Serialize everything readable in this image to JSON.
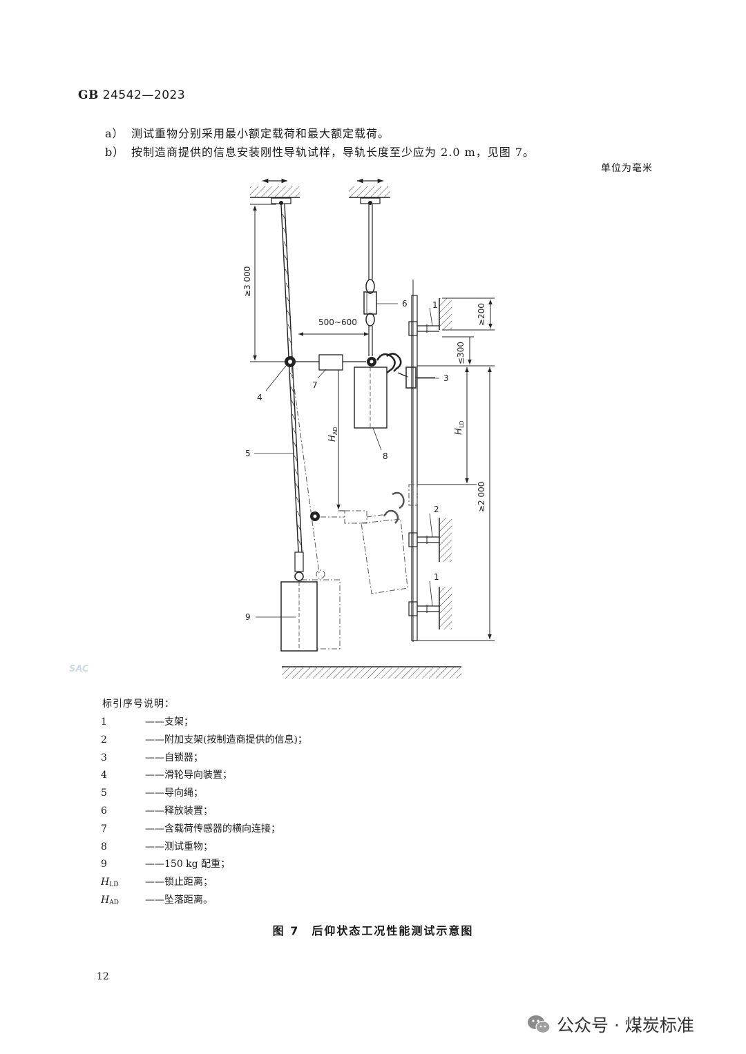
{
  "header": {
    "standard_prefix": "GB",
    "standard_number": "24542—2023"
  },
  "paragraphs": [
    {
      "marker": "a）",
      "text": "测试重物分别采用最小额定载荷和最大额定载荷。"
    },
    {
      "marker": "b）",
      "text": "按制造商提供的信息安装刚性导轨试样，导轨长度至少应为 2.0 m，见图 7。"
    }
  ],
  "unit_note": "单位为毫米",
  "figure": {
    "dim_3000": "≥3 000",
    "dim_500_600": "500~600",
    "dim_200": "≥200",
    "dim_300": "≤300",
    "dim_2000": "≥2 000",
    "label_HAD": "H",
    "label_HAD_sub": "AD",
    "label_HLD": "H",
    "label_HLD_sub": "LD",
    "callouts": [
      "1",
      "2",
      "3",
      "4",
      "5",
      "6",
      "7",
      "8",
      "9",
      "1"
    ]
  },
  "sac_mark": "SAC",
  "legend": {
    "title": "标引序号说明：",
    "items": [
      {
        "key": "1",
        "desc": "——支架；"
      },
      {
        "key": "2",
        "desc": "——附加支架(按制造商提供的信息)；"
      },
      {
        "key": "3",
        "desc": "——自锁器；"
      },
      {
        "key": "4",
        "desc": "——滑轮导向装置；"
      },
      {
        "key": "5",
        "desc": "——导向绳；"
      },
      {
        "key": "6",
        "desc": "——释放装置；"
      },
      {
        "key": "7",
        "desc": "——含载荷传感器的横向连接；"
      },
      {
        "key": "8",
        "desc": "——测试重物；"
      },
      {
        "key": "9",
        "desc": "——150 kg 配重；"
      }
    ],
    "hld": {
      "symbol": "H",
      "sub": "LD",
      "desc": "——锁止距离；"
    },
    "had": {
      "symbol": "H",
      "sub": "AD",
      "desc": "——坠落距离。"
    }
  },
  "caption": "图 7　后仰状态工况性能测试示意图",
  "page_number": "12",
  "watermark": {
    "icon": "wechat-icon",
    "text": "公众号 · 煤炭标准"
  }
}
